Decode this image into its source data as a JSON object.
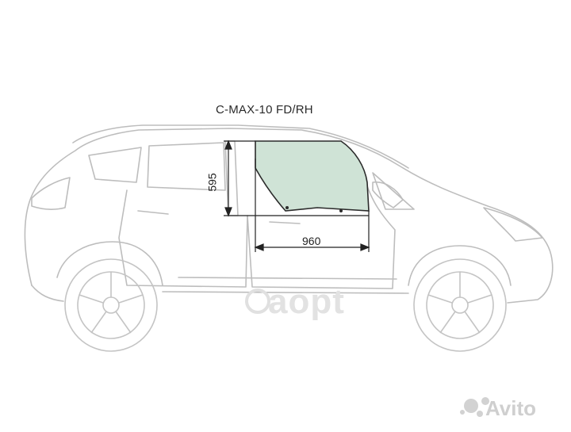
{
  "diagram": {
    "title": "C-MAX-10 FD/RH",
    "dimension_width": "960",
    "dimension_height": "595",
    "glass_color": "#cfe3d6",
    "line_color": "#b9b9b9"
  },
  "watermark": {
    "brand_text": "aopt",
    "site_text": "Avito"
  }
}
